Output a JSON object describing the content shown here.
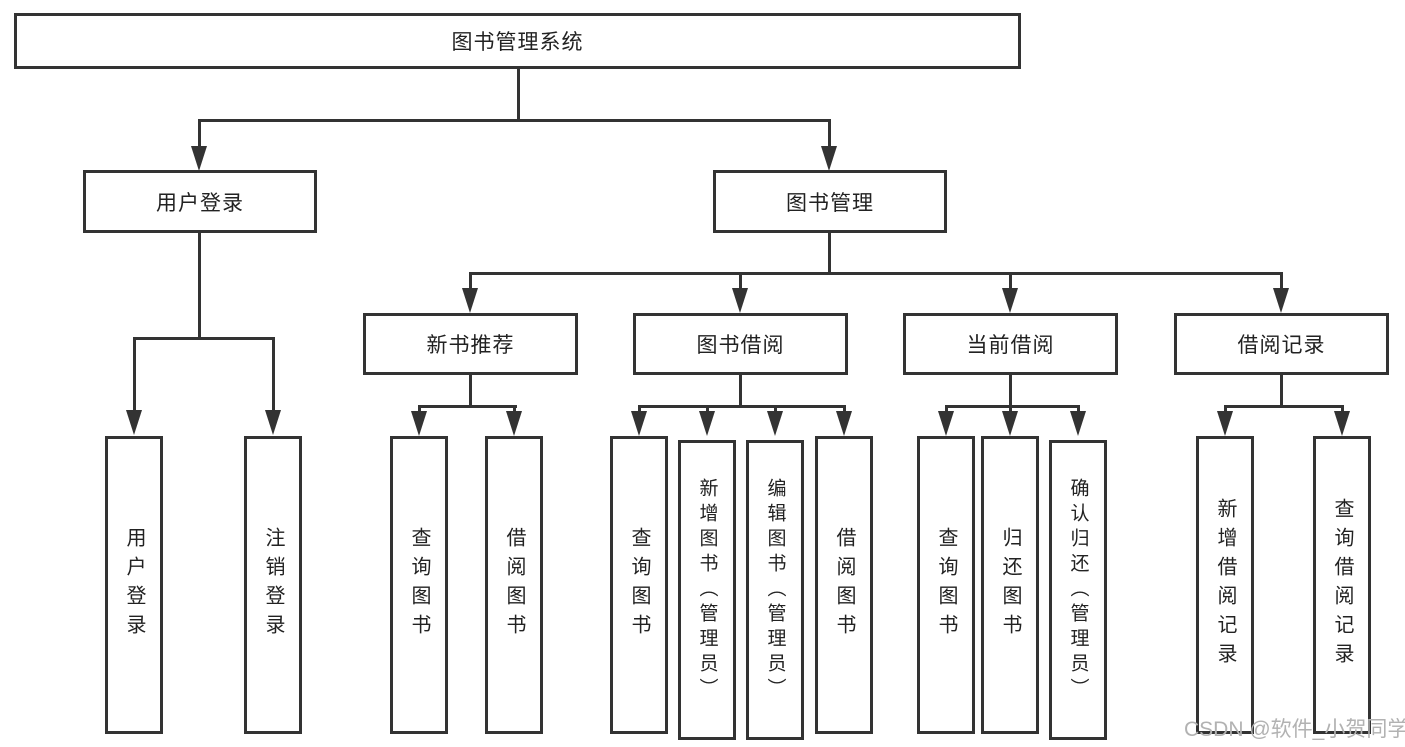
{
  "tree": {
    "root": {
      "label": "图书管理系统"
    },
    "level2": [
      {
        "id": "user-login",
        "label": "用户登录"
      },
      {
        "id": "book-management",
        "label": "图书管理"
      }
    ],
    "level3": [
      {
        "id": "new-book-recommend",
        "label": "新书推荐"
      },
      {
        "id": "book-borrowing",
        "label": "图书借阅"
      },
      {
        "id": "current-borrowing",
        "label": "当前借阅"
      },
      {
        "id": "borrowing-records",
        "label": "借阅记录"
      }
    ],
    "leaves": {
      "user_login": [
        {
          "label": "用户登录"
        },
        {
          "label": "注销登录"
        }
      ],
      "new_book_recommend": [
        {
          "label": "查询图书"
        },
        {
          "label": "借阅图书"
        }
      ],
      "book_borrowing": [
        {
          "label": "查询图书"
        },
        {
          "label": "新增图书（管理员）"
        },
        {
          "label": "编辑图书（管理员）"
        },
        {
          "label": "借阅图书"
        }
      ],
      "current_borrowing": [
        {
          "label": "查询图书"
        },
        {
          "label": "归还图书"
        },
        {
          "label": "确认归还（管理员）"
        }
      ],
      "borrowing_records": [
        {
          "label": "新增借阅记录"
        },
        {
          "label": "查询借阅记录"
        }
      ]
    }
  },
  "watermark": {
    "text": "CSDN @软件_小贺同学"
  },
  "colors": {
    "line": "#333333",
    "text": "#222222",
    "watermark": "#b2b2b2",
    "background": "#ffffff"
  }
}
